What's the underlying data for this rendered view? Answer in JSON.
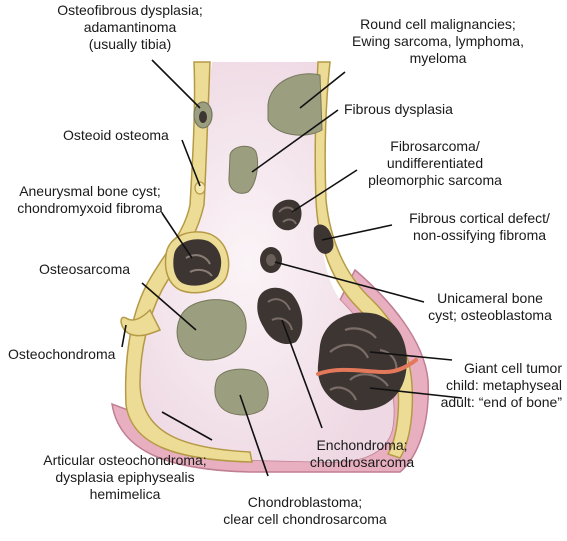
{
  "colors": {
    "bone_fill": "#f1e3ea",
    "cortex": "#eddc96",
    "cortex_edge": "#b59a46",
    "cartilage": "#e7afc0",
    "cartilage_edge": "#c07e93",
    "lesion_gray": "#9c9e80",
    "lesion_gray_edge": "#75775b",
    "lesion_dark": "#3d3532",
    "lesion_dark_inner": "#6a5f59",
    "growth_plate": "#e4785a",
    "leader": "#111111"
  },
  "labels": {
    "osteofibrous": "Osteofibrous dysplasia;\nadamantinoma\n(usually tibia)",
    "round_cell": "Round cell malignancies;\nEwing sarcoma, lymphoma,\nmyeloma",
    "fibrous_dysplasia": "Fibrous dysplasia",
    "osteoid_osteoma": "Osteoid osteoma",
    "fibrosarcoma": "Fibrosarcoma/\nundifferentiated\npleomorphic sarcoma",
    "aneurysmal": "Aneurysmal bone cyst;\nchondromyxoid fibroma",
    "fibrous_cortical": "Fibrous cortical defect/\nnon-ossifying fibroma",
    "osteosarcoma": "Osteosarcoma",
    "unicameral": "Unicameral bone\ncyst; osteoblastoma",
    "osteochondroma": "Osteochondroma",
    "giant_cell": "Giant cell tumor\nchild: metaphyseal\nadult: “end of bone”",
    "articular": "Articular osteochondroma;\ndysplasia epiphysealis\nhemimelica",
    "enchondroma": "Enchondroma;\nchondrosarcoma",
    "chondroblastoma": "Chondroblastoma;\nclear cell chondrosarcoma"
  }
}
